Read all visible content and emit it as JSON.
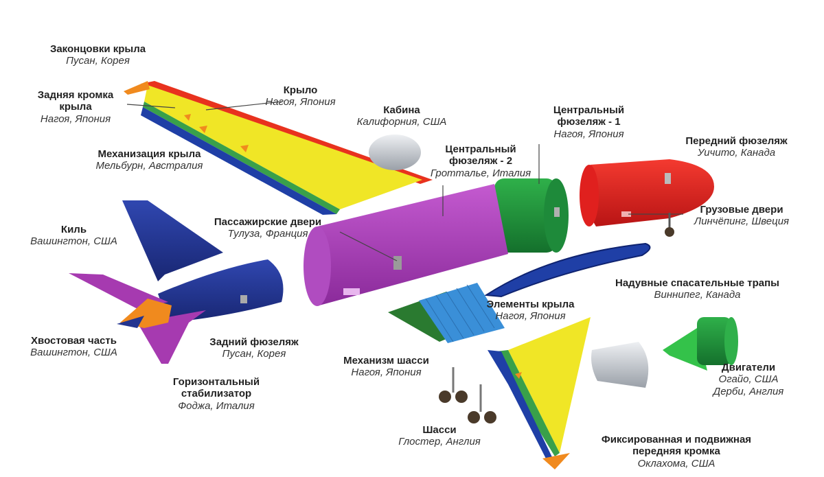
{
  "parts": [
    {
      "key": "wingtips",
      "title": [
        "Законцовки крыла"
      ],
      "locations": [
        "Пусан, Корея"
      ]
    },
    {
      "key": "wing",
      "title": [
        "Крыло"
      ],
      "locations": [
        "Нагоя, Япония"
      ]
    },
    {
      "key": "trailing_edge",
      "title": [
        "Задняя кромка",
        "крыла"
      ],
      "locations": [
        "Нагоя, Япония"
      ]
    },
    {
      "key": "cockpit",
      "title": [
        "Кабина"
      ],
      "locations": [
        "Калифорния, США"
      ]
    },
    {
      "key": "center_fuselage_1",
      "title": [
        "Центральный",
        "фюзеляж - 1"
      ],
      "locations": [
        "Нагоя, Япония"
      ]
    },
    {
      "key": "forward_fuselage",
      "title": [
        "Передний фюзеляж"
      ],
      "locations": [
        "Уичито, Канада"
      ]
    },
    {
      "key": "flaps",
      "title": [
        "Механизация крыла"
      ],
      "locations": [
        "Мельбурн, Австралия"
      ]
    },
    {
      "key": "center_fuselage_2",
      "title": [
        "Центральный",
        "фюзеляж - 2"
      ],
      "locations": [
        "Гроттальe, Италия"
      ]
    },
    {
      "key": "cargo_doors",
      "title": [
        "Грузовые двери"
      ],
      "locations": [
        "Линчёпинг, Швеция"
      ]
    },
    {
      "key": "passenger_doors",
      "title": [
        "Пассажирские двери"
      ],
      "locations": [
        "Тулуза, Франция"
      ]
    },
    {
      "key": "fin",
      "title": [
        "Киль"
      ],
      "locations": [
        "Вашингтон, США"
      ]
    },
    {
      "key": "escape_slides",
      "title": [
        "Надувные спасательные трапы"
      ],
      "locations": [
        "Виннипег, Канада"
      ]
    },
    {
      "key": "wing_elements",
      "title": [
        "Элементы крыла"
      ],
      "locations": [
        "Нагоя, Япония"
      ]
    },
    {
      "key": "tail_section",
      "title": [
        "Хвостовая часть"
      ],
      "locations": [
        "Вашингтон, США"
      ]
    },
    {
      "key": "aft_fuselage",
      "title": [
        "Задний фюзеляж"
      ],
      "locations": [
        "Пусан, Корея"
      ]
    },
    {
      "key": "landing_gear_mech",
      "title": [
        "Механизм шасси"
      ],
      "locations": [
        "Нагоя, Япония"
      ]
    },
    {
      "key": "engines",
      "title": [
        "Двигатели"
      ],
      "locations": [
        "Огайо, США",
        "Дерби, Англия"
      ]
    },
    {
      "key": "horizontal_stabilizer",
      "title": [
        "Горизонтальный",
        "стабилизатор"
      ],
      "locations": [
        "Фоджа, Италия"
      ]
    },
    {
      "key": "landing_gear",
      "title": [
        "Шасси"
      ],
      "locations": [
        "Глостер, Англия"
      ]
    },
    {
      "key": "leading_edge",
      "title": [
        "Фиксированная и подвижная",
        "передняя кромка"
      ],
      "locations": [
        "Оклахома, США"
      ]
    }
  ],
  "colors": {
    "wing_yellow": "#f0e626",
    "wing_blue": "#1f3fa6",
    "wing_green": "#39a04a",
    "wing_red": "#e8321e",
    "orange": "#f08a1e",
    "purple": "#a63ab0",
    "navy": "#23348f",
    "green": "#1e8a3a",
    "red": "#e0201e",
    "sky": "#3a8fd8",
    "steel": "#c8ccd2"
  }
}
